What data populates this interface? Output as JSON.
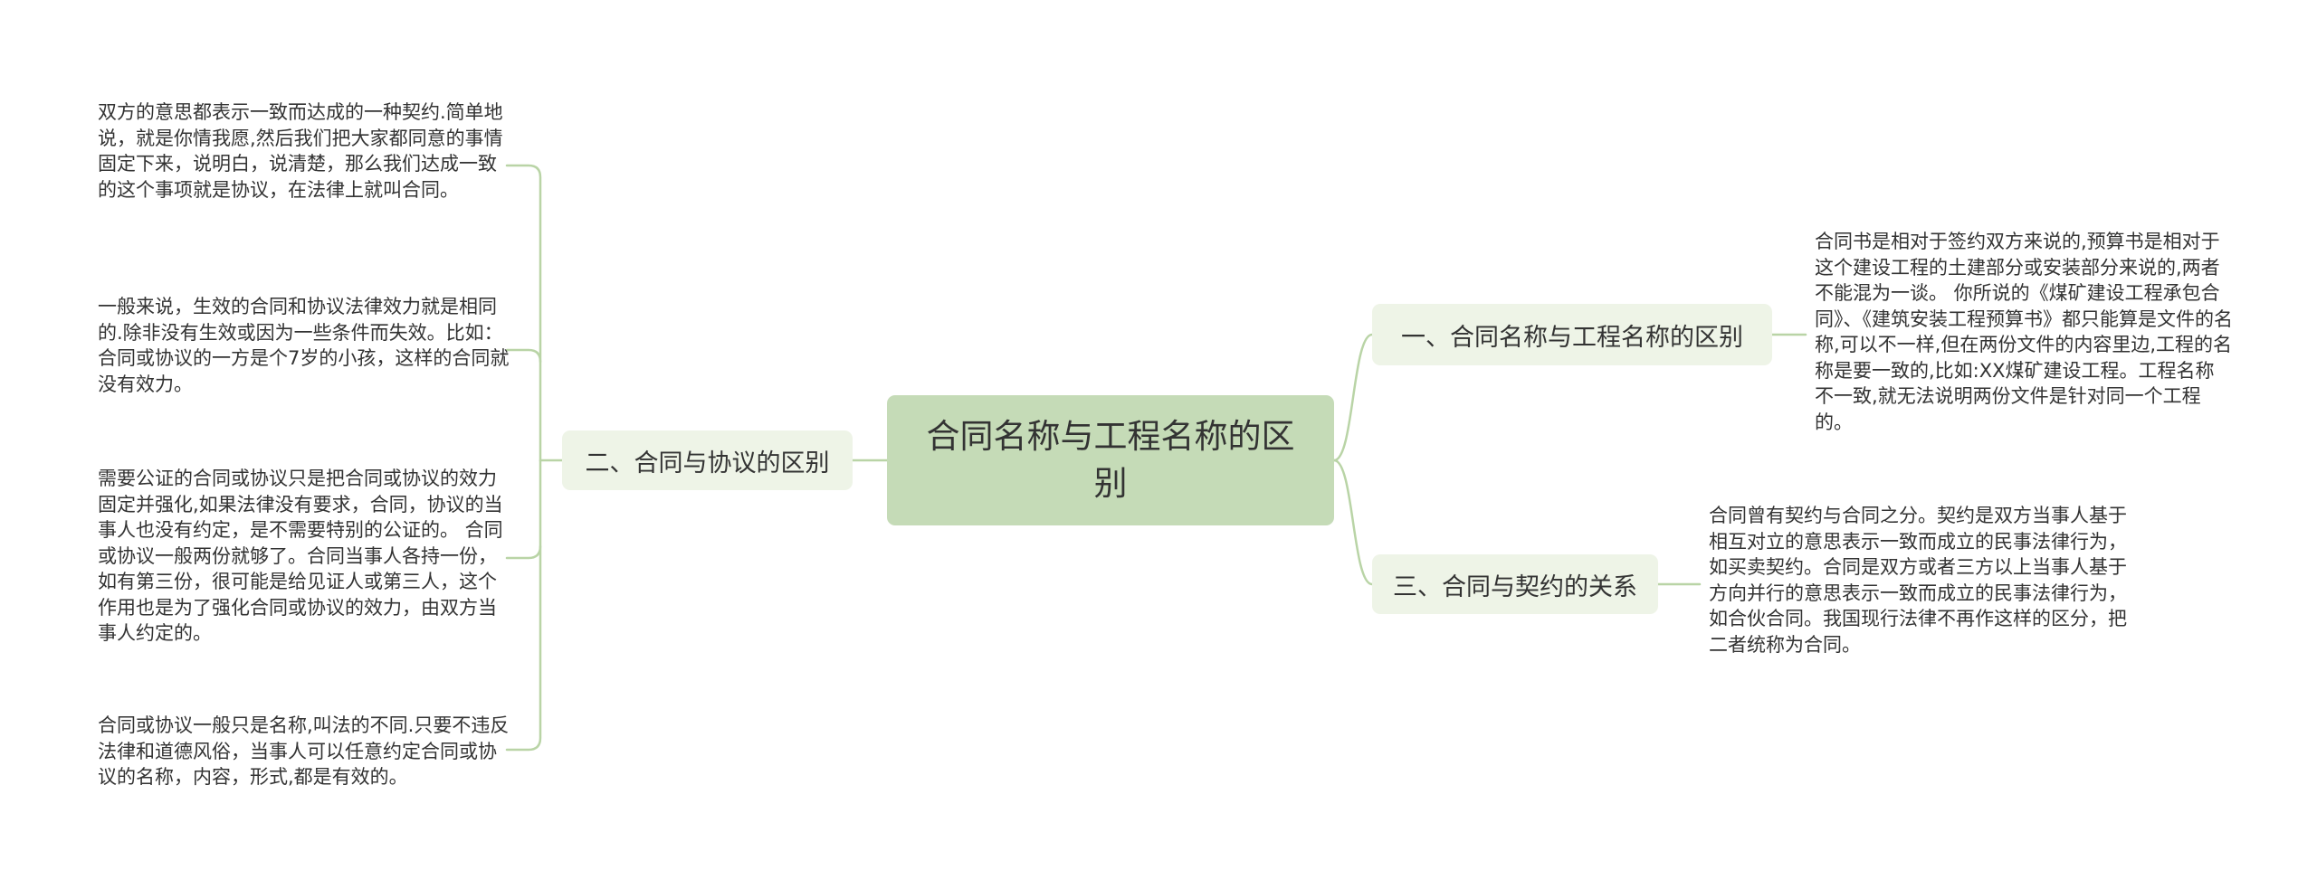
{
  "root": {
    "title": "合同名称与工程名称的区别"
  },
  "branches": [
    {
      "label": "一、合同名称与工程名称的区别",
      "leaves": [
        "合同书是相对于签约双方来说的,预算书是相对于这个建设工程的土建部分或安装部分来说的,两者不能混为一谈。 你所说的《煤矿建设工程承包合同》、《建筑安装工程预算书》都只能算是文件的名称,可以不一样,但在两份文件的内容里边,工程的名称是要一致的,比如:XX煤矿建设工程。工程名称不一致,就无法说明两份文件是针对同一个工程的。"
      ]
    },
    {
      "label": "二、合同与协议的区别",
      "leaves": [
        "双方的意思都表示一致而达成的一种契约.简单地说，就是你情我愿,然后我们把大家都同意的事情固定下来，说明白，说清楚，那么我们达成一致的这个事项就是协议，在法律上就叫合同。",
        "一般来说，生效的合同和协议法律效力就是相同的.除非没有生效或因为一些条件而失效。比如：合同或协议的一方是个7岁的小孩，这样的合同就没有效力。",
        "需要公证的合同或协议只是把合同或协议的效力固定并强化,如果法律没有要求，合同，协议的当事人也没有约定，是不需要特别的公证的。 合同或协议一般两份就够了。合同当事人各持一份，如有第三份，很可能是给见证人或第三人，这个作用也是为了强化合同或协议的效力，由双方当事人约定的。",
        "合同或协议一般只是名称,叫法的不同.只要不违反法律和道德风俗，当事人可以任意约定合同或协议的名称，内容，形式,都是有效的。"
      ]
    },
    {
      "label": "三、合同与契约的关系",
      "leaves": [
        "合同曾有契约与合同之分。契约是双方当事人基于相互对立的意思表示一致而成立的民事法律行为，如买卖契约。合同是双方或者三方以上当事人基于方向并行的意思表示一致而成立的民事法律行为， 如合伙合同。我国现行法律不再作这样的区分，把二者统称为合同。"
      ]
    }
  ],
  "colors": {
    "root_fill": "#c5dbb7",
    "branch_fill": "#eef4e7",
    "connector": "#b9d4a6",
    "text": "#333333"
  }
}
